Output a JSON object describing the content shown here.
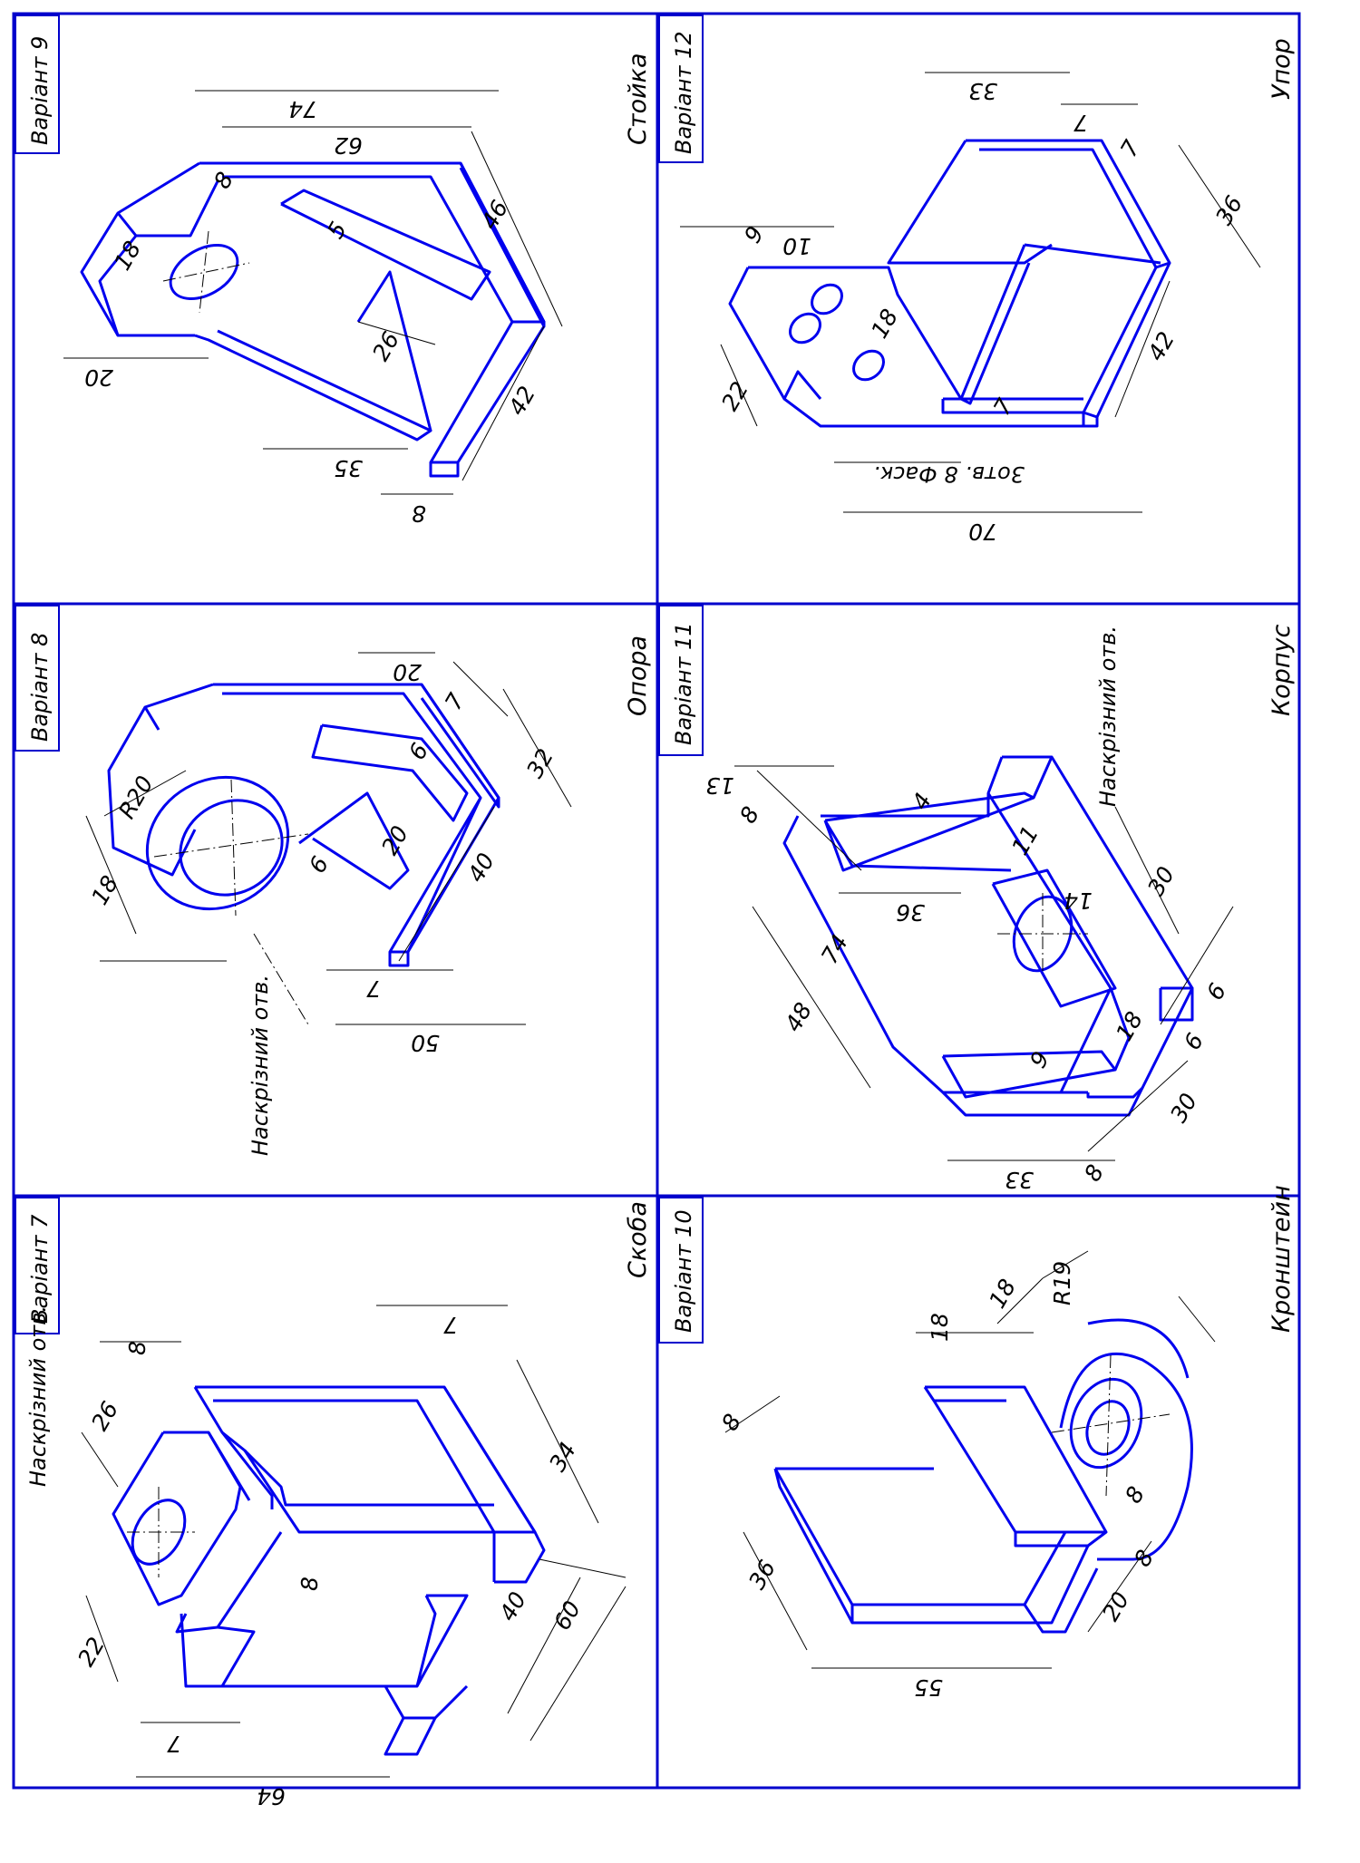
{
  "panels": [
    {
      "tag": "Варіант 9",
      "name": "Стойка",
      "dims": [
        "74",
        "62",
        "8",
        "46",
        "18",
        "5",
        "20",
        "26",
        "35",
        "42",
        "8"
      ]
    },
    {
      "tag": "Варіант 12",
      "name": "Упор",
      "dims": [
        "33",
        "7",
        "7",
        "36",
        "9",
        "10",
        "18",
        "22",
        "42",
        "7",
        "70"
      ],
      "note": "3отв. 8 Фаск."
    },
    {
      "tag": "Варіант 8",
      "name": "Опора",
      "dims": [
        "R20",
        "20",
        "7",
        "6",
        "32",
        "18",
        "20",
        "6",
        "40",
        "7",
        "50"
      ],
      "note": "Наскрізний отв."
    },
    {
      "tag": "Варіант 11",
      "name": "Корпус",
      "dims": [
        "13",
        "8",
        "4",
        "11",
        "36",
        "74",
        "14",
        "30",
        "48",
        "9",
        "18",
        "6",
        "6",
        "30",
        "33",
        "8"
      ],
      "note": "Наскрізний отв."
    },
    {
      "tag": "Варіант 7",
      "name": "Скоба",
      "dims": [
        "8",
        "26",
        "7",
        "34",
        "22",
        "8",
        "40",
        "60",
        "7",
        "64"
      ],
      "note": "Наскрізний отв."
    },
    {
      "tag": "Варіант 10",
      "name": "Кронштейн",
      "dims": [
        "8",
        "18",
        "18",
        "R19",
        "36",
        "8",
        "8",
        "20",
        "55"
      ]
    }
  ]
}
